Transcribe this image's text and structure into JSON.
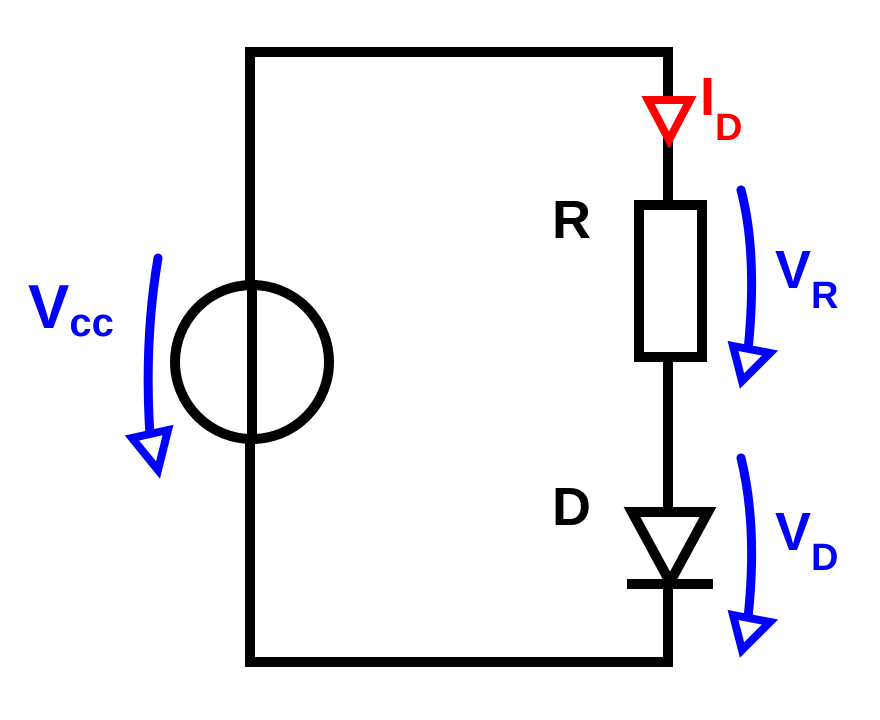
{
  "components": {
    "source": {
      "label": "V",
      "subscript": "cc"
    },
    "resistor": {
      "label": "R"
    },
    "diode": {
      "label": "D"
    }
  },
  "quantities": {
    "current": {
      "label": "I",
      "subscript": "D"
    },
    "voltage_r": {
      "label": "V",
      "subscript": "R"
    },
    "voltage_d": {
      "label": "V",
      "subscript": "D"
    }
  },
  "colors": {
    "wire": "#000000",
    "voltage_arrow": "#0000ff",
    "current_arrow": "#ff0000"
  }
}
